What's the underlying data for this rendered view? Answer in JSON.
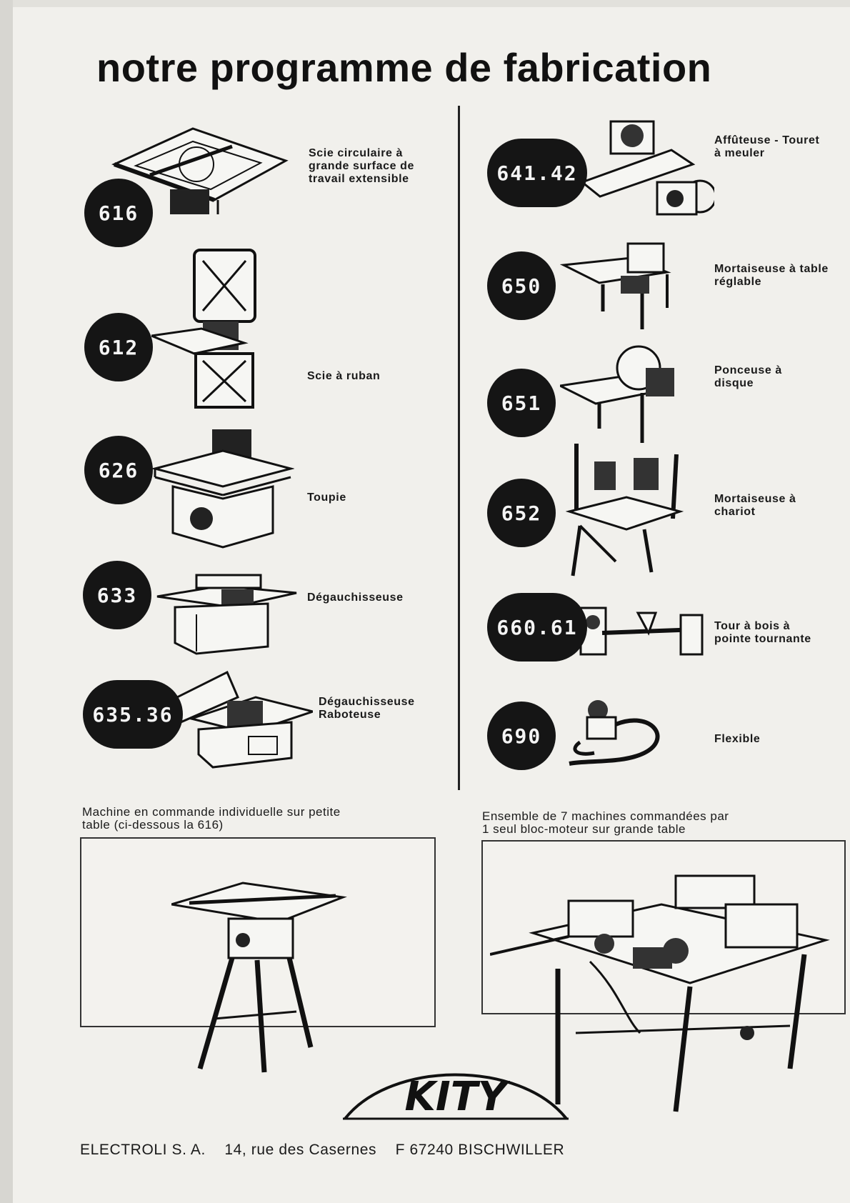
{
  "title": "notre programme de fabrication",
  "left_items": [
    {
      "code": "616",
      "lines": [
        "Scie circulaire à",
        "grande surface de",
        "travail extensible"
      ],
      "icon": "circular-saw-icon"
    },
    {
      "code": "612",
      "lines": [
        "Scie à ruban"
      ],
      "icon": "band-saw-icon"
    },
    {
      "code": "626",
      "lines": [
        "Toupie"
      ],
      "icon": "spindle-moulder-icon"
    },
    {
      "code": "633",
      "lines": [
        "Dégauchisseuse"
      ],
      "icon": "jointer-icon"
    },
    {
      "code": "635.36",
      "lines": [
        "Dégauchisseuse",
        "Raboteuse"
      ],
      "icon": "planer-thicknesser-icon"
    }
  ],
  "right_items": [
    {
      "code": "641.42",
      "lines": [
        "Affûteuse - Touret",
        "à meuler"
      ],
      "icon": "grinder-icon"
    },
    {
      "code": "650",
      "lines": [
        "Mortaiseuse à table",
        "réglable"
      ],
      "icon": "mortiser-table-icon"
    },
    {
      "code": "651",
      "lines": [
        "Ponceuse à",
        "disque"
      ],
      "icon": "disc-sander-icon"
    },
    {
      "code": "652",
      "lines": [
        "Mortaiseuse à",
        "chariot"
      ],
      "icon": "carriage-mortiser-icon"
    },
    {
      "code": "660.61",
      "lines": [
        "Tour à bois à",
        "pointe tournante"
      ],
      "icon": "wood-lathe-icon"
    },
    {
      "code": "690",
      "lines": [
        "Flexible"
      ],
      "icon": "flexible-shaft-icon"
    }
  ],
  "bottom": {
    "left_caption": [
      "Machine en commande individuelle sur petite",
      "table (ci-dessous la 616)"
    ],
    "right_caption": [
      "Ensemble de 7 machines commandées par",
      "1 seul bloc-moteur sur grande table"
    ]
  },
  "logo": "KITY",
  "footer": {
    "company": "ELECTROLI S. A.",
    "street": "14, rue des Casernes",
    "city": "F 67240 BISCHWILLER"
  },
  "colors": {
    "ink": "#151515",
    "paper": "#f1f0ec"
  }
}
